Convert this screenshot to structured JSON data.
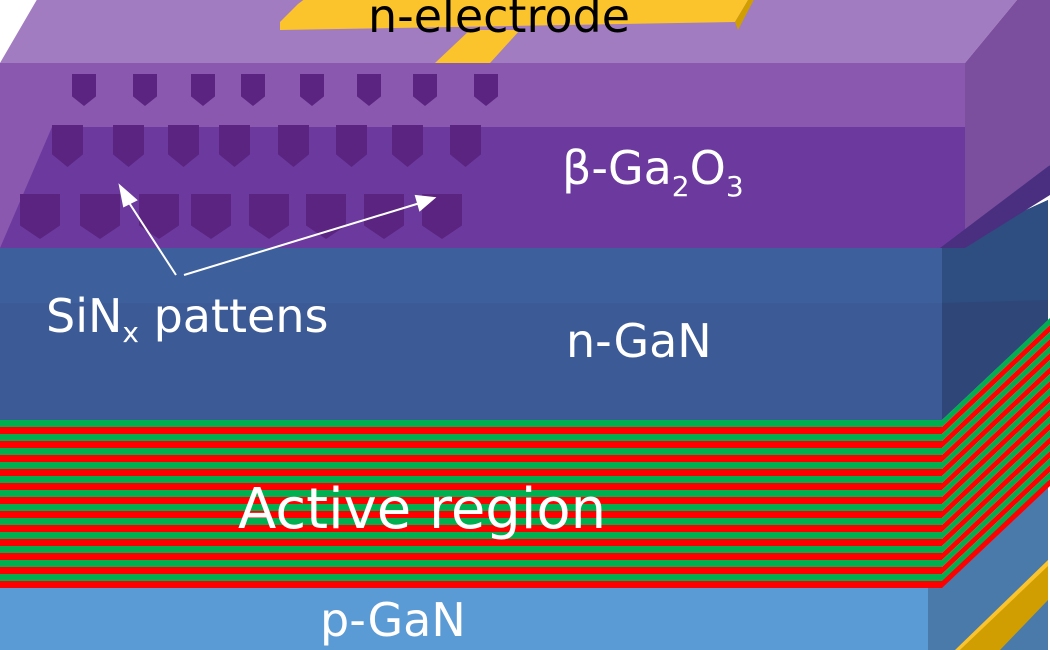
{
  "labels": {
    "electrode": "n-electrode",
    "ga2o3_prefix": "β-Ga",
    "ga2o3_sub1": "2",
    "ga2o3_mid": "O",
    "ga2o3_sub2": "3",
    "sinx_prefix": "SiN",
    "sinx_sub": "x",
    "sinx_suffix": " pattens",
    "ngan": "n-GaN",
    "active": "Active region",
    "pgan": "p-GaN"
  },
  "colors": {
    "ga2o3_top": "#a27cc0",
    "ga2o3_front": "#8a58ae",
    "ga2o3_inner": "#6c3a9e",
    "pattern": "#5a2480",
    "ngan": "#3c5d9a",
    "active_red": "#ff0000",
    "active_green": "#00b050",
    "pgan": "#5b9bd5",
    "electrode": "#fbc42c"
  }
}
